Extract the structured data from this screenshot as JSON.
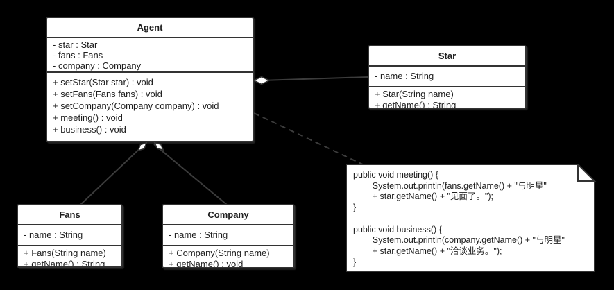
{
  "diagram": {
    "background_color": "#000000",
    "box_fill_color": "#ffffff",
    "border_color": "#333333",
    "line_color": "#3c3c3c",
    "text_color": "#1e1e1e"
  },
  "classes": [
    {
      "name": "Agent",
      "attributes": [
        "- star : Star",
        "- fans : Fans",
        "- company : Company"
      ],
      "methods": [
        "+ setStar(Star star) : void",
        "+ setFans(Fans fans) : void",
        "+ setCompany(Company company) : void",
        "+ meeting() : void",
        "+ business() : void"
      ]
    },
    {
      "name": "Star",
      "attributes": [
        "- name : String"
      ],
      "methods": [
        "+ Star(String name)",
        "+ getName() : String"
      ]
    },
    {
      "name": "Fans",
      "attributes": [
        "- name : String"
      ],
      "methods": [
        "+ Fans(String name)",
        "+ getName() : String"
      ]
    },
    {
      "name": "Company",
      "attributes": [
        "- name : String"
      ],
      "methods": [
        "+ Company(String name)",
        "+ getName() : void"
      ]
    }
  ],
  "note": {
    "lines": [
      "public void meeting() {",
      "        System.out.println(fans.getName() + \"与明星\"",
      "        + star.getName() + \"见面了。\");",
      "}",
      "",
      "public void business() {",
      "        System.out.println(company.getName() + \"与明星\"",
      "        + star.getName() + \"洽谈业务。\");",
      "}"
    ]
  },
  "relationships": [
    {
      "type": "aggregation",
      "owner": "Agent",
      "part": "Star"
    },
    {
      "type": "aggregation",
      "owner": "Agent",
      "part": "Fans"
    },
    {
      "type": "aggregation",
      "owner": "Agent",
      "part": "Company"
    },
    {
      "type": "note-link",
      "from": "Agent",
      "to": "code-note"
    }
  ]
}
